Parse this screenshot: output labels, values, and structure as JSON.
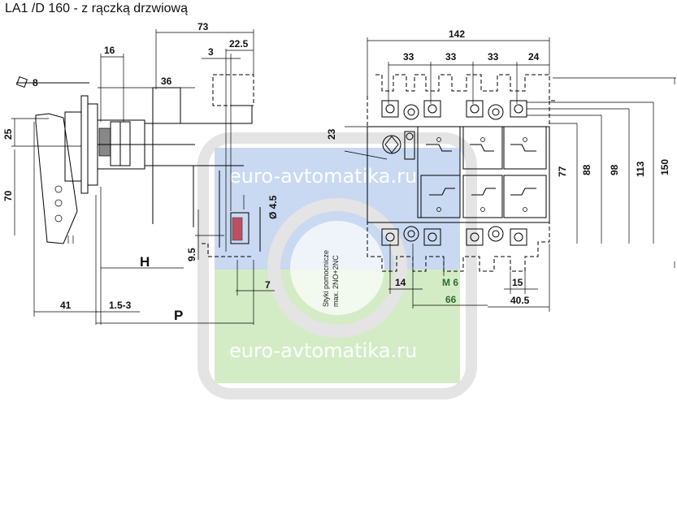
{
  "title": "LA1 /D 160 - z rączką drzwiową",
  "watermark": {
    "text": "euro-avtomatika.ru",
    "blue": "#c9d9f2",
    "green": "#d4ecc6",
    "frame": "#e2e2e2"
  },
  "note": {
    "line1": "Styki pomocnicze",
    "line2": "max. 2NO+2NC"
  },
  "dims": {
    "d73": "73",
    "d22_5": "22.5",
    "d16": "16",
    "d3": "3",
    "d36": "36",
    "d8": "8",
    "d25": "25",
    "d70": "70",
    "dH": "H",
    "d9_5": "9.5",
    "d4_5": "Ø 4.5",
    "d7": "7",
    "d41": "41",
    "d1_5_3": "1.5-3",
    "dP": "P",
    "d142": "142",
    "d33a": "33",
    "d33b": "33",
    "d33c": "33",
    "d24": "24",
    "d23": "23",
    "d77": "77",
    "d88": "88",
    "d98": "98",
    "d113": "113",
    "d150": "150",
    "d14": "14",
    "dM6": "M 6",
    "d15": "15",
    "d66": "66",
    "d40_5": "40.5"
  }
}
